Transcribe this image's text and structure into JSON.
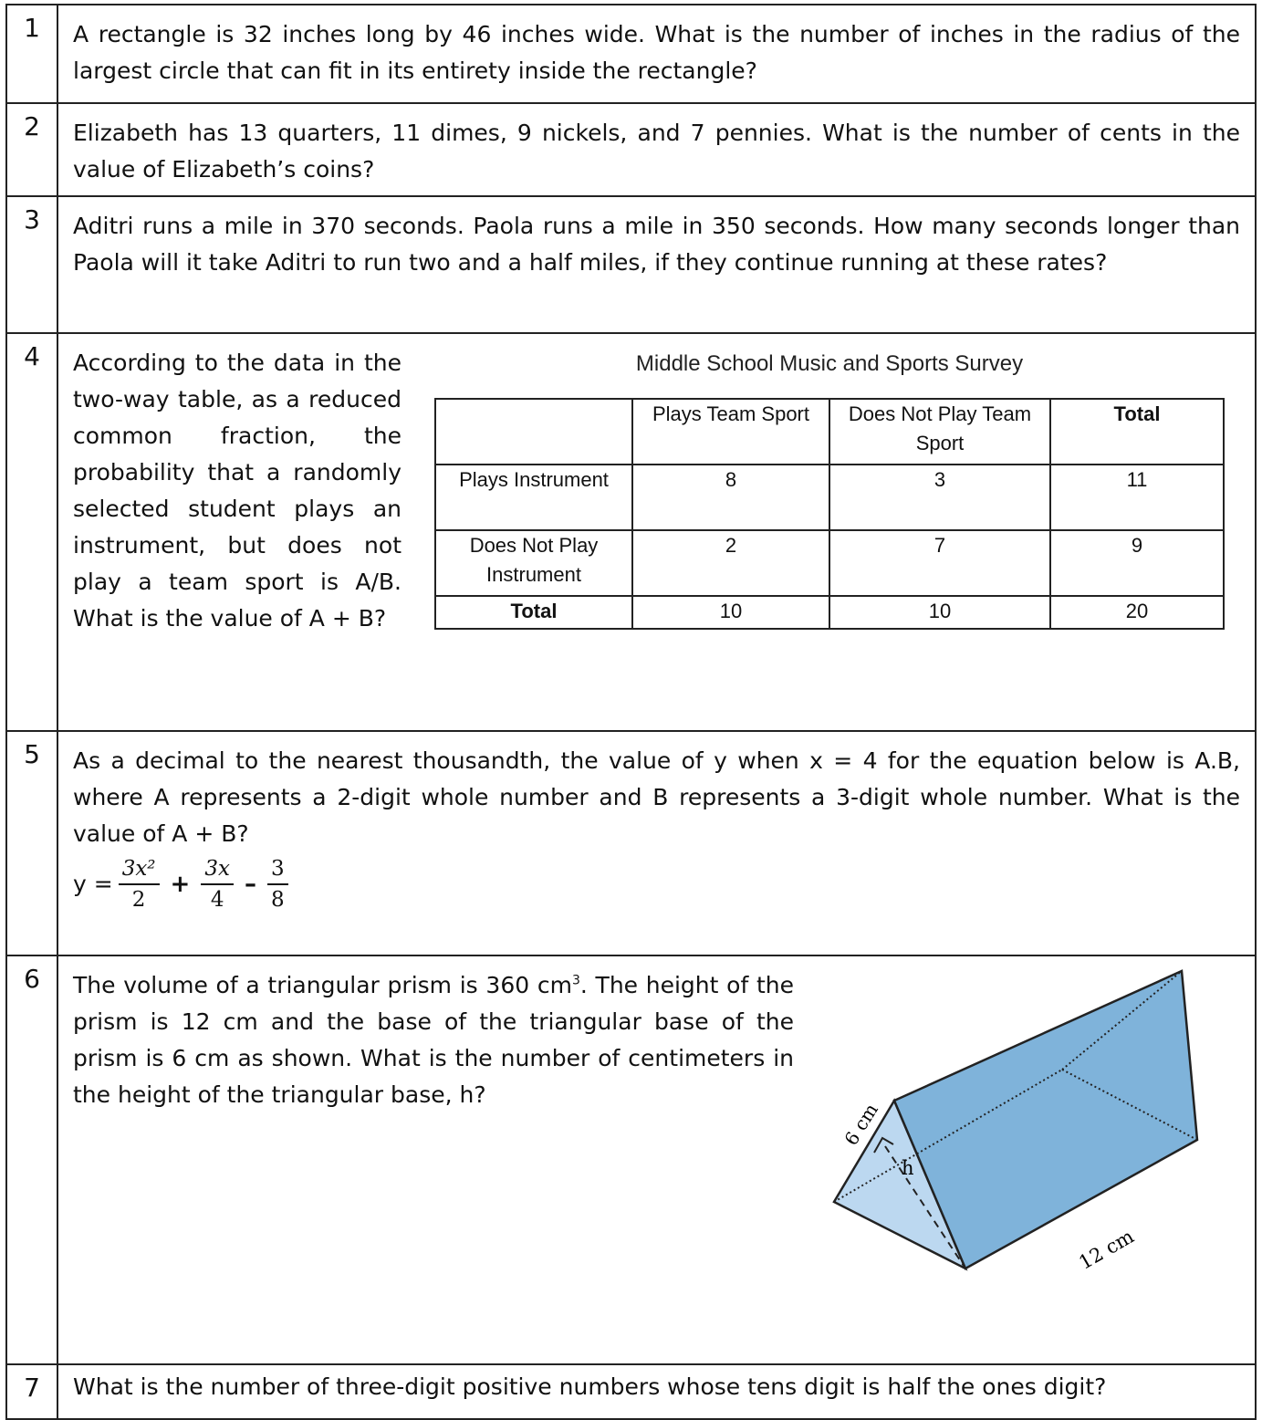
{
  "questions": [
    {
      "num": "1",
      "text": "A rectangle is 32 inches long by 46 inches wide. What is the number of inches in the radius of the largest circle that can fit in its entirety inside the rectangle?"
    },
    {
      "num": "2",
      "text": "Elizabeth has 13 quarters, 11 dimes, 9 nickels, and 7 pennies. What is the number of cents in the value of Elizabeth’s coins?"
    },
    {
      "num": "3",
      "text": "Aditri runs a mile in 370 seconds. Paola runs a mile in 350 seconds. How many seconds longer than Paola will it take Aditri to run two and a half miles, if they continue running at these rates?"
    },
    {
      "num": "4",
      "text": "According to the data in the two-way table, as a reduced common fraction, the probability that a randomly selected student plays an instrument, but does not play a team sport is A/B. What is the value of A + B?"
    },
    {
      "num": "5",
      "text": "As a decimal to the nearest thousandth, the value of y when x = 4 for the equation below is A.B, where A represents a 2-digit whole number and B represents a 3-digit whole number. What is the value of A + B?"
    },
    {
      "num": "6",
      "text_before": "The volume of a triangular prism is 360 cm",
      "text_sup": "3",
      "text_after": ". The height of the prism is 12 cm and the base of the triangular base of the prism is 6 cm as shown. What is the number of centimeters in the height of the triangular base, h?"
    },
    {
      "num": "7",
      "text": "What is the number of three-digit positive numbers whose tens digit is half the ones digit?"
    }
  ],
  "survey": {
    "title": "Middle School Music and Sports Survey",
    "col_headers": [
      "",
      "Plays Team Sport",
      "Does Not Play Team Sport",
      "Total"
    ],
    "rows": [
      {
        "label": "Plays Instrument",
        "values": [
          "8",
          "3",
          "11"
        ]
      },
      {
        "label": "Does Not Play Instrument",
        "values": [
          "2",
          "7",
          "9"
        ]
      },
      {
        "label": "Total",
        "values": [
          "10",
          "10",
          "20"
        ]
      }
    ]
  },
  "equation": {
    "lhs": "y =",
    "t1_num": "3x²",
    "t1_den": "2",
    "op1": "+",
    "t2_num": "3x",
    "t2_den": "4",
    "op2": "–",
    "t3_num": "3",
    "t3_den": "8"
  },
  "prism": {
    "label_base": "6 cm",
    "label_height": "h",
    "label_length": "12 cm",
    "face_color": "#7fb3da",
    "end_color": "#bcd8f0"
  }
}
